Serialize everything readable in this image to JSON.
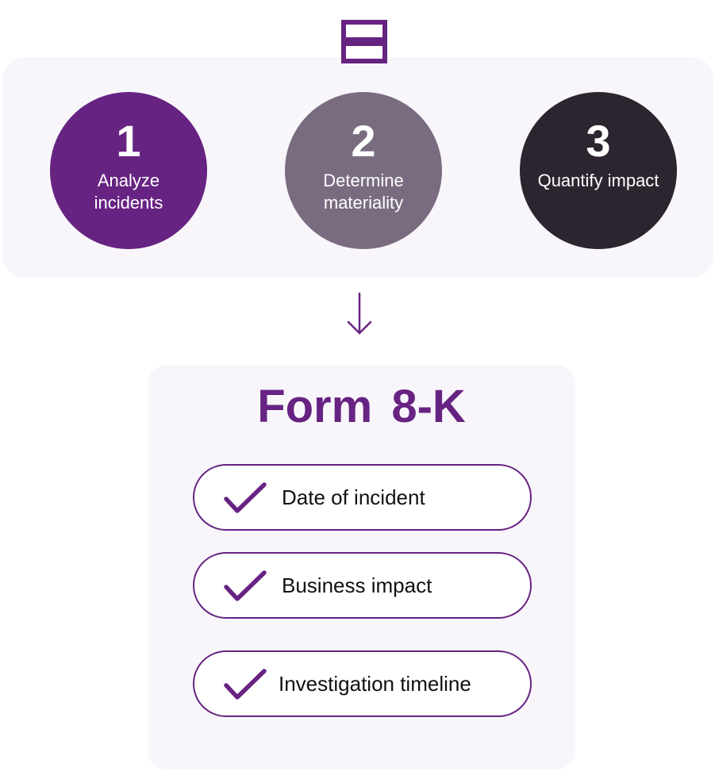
{
  "colors": {
    "brand_purple": "#672382",
    "step2_mauve": "#7a6c80",
    "step3_dark": "#2c2530",
    "panel_background": "#f8f6fa"
  },
  "logo": {
    "icon": "stacked-bars-logo-icon"
  },
  "steps": [
    {
      "number": "1",
      "label": "Analyze incidents"
    },
    {
      "number": "2",
      "label": "Determine materiality"
    },
    {
      "number": "3",
      "label": "Quantify impact"
    }
  ],
  "flow_arrow": {
    "icon": "arrow-down-icon"
  },
  "form": {
    "title": "Form 8-K",
    "items": [
      {
        "label": "Date of incident",
        "icon": "checkmark-icon"
      },
      {
        "label": "Business impact",
        "icon": "checkmark-icon"
      },
      {
        "label": "Investigation timeline",
        "icon": "checkmark-icon"
      }
    ]
  }
}
